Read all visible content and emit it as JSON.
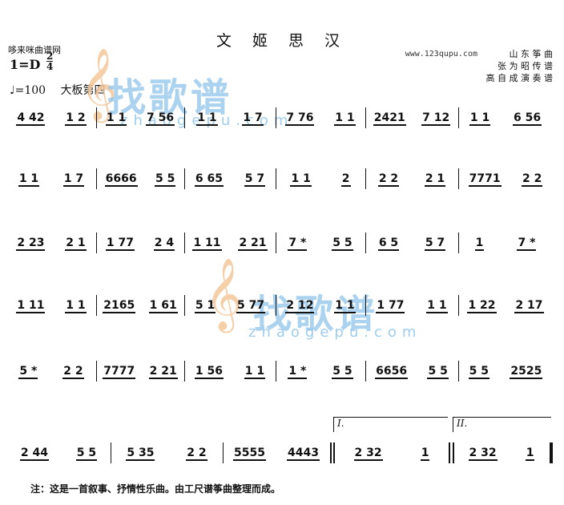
{
  "header": {
    "title": "文 姬 思 汉",
    "site_name": "哆来咪曲谱网",
    "url": "www.123qupu.com",
    "credits": [
      "山 东 筝 曲",
      "张 为 昭 传 谱",
      "高 自 成 演 奏 谱"
    ],
    "key": "1=D",
    "time_top": "2",
    "time_bottom": "4",
    "tempo": "♩=100",
    "section": "大板第四"
  },
  "watermark": {
    "logo_text": "找歌谱",
    "logo_url": "zhaogepu.com",
    "center_url": "zhaogepu.com",
    "clef_symbol": "𝄞"
  },
  "rows": [
    {
      "measures": [
        [
          "4 42",
          "1 2"
        ],
        [
          "1 1",
          "7 56"
        ],
        [
          "1 1",
          "1 7"
        ],
        [
          "7 76",
          "1 1"
        ],
        [
          "2421",
          "7 12"
        ],
        [
          "1 1",
          "6 56"
        ]
      ]
    },
    {
      "measures": [
        [
          "1 1",
          "1 7"
        ],
        [
          "6666",
          "5 5"
        ],
        [
          "6 65",
          "5 7"
        ],
        [
          "1 1",
          "2"
        ],
        [
          "2 2",
          "2 1"
        ],
        [
          "7771",
          "2 2"
        ]
      ]
    },
    {
      "measures": [
        [
          "2 23",
          "2 1"
        ],
        [
          "1 77",
          "2 4"
        ],
        [
          "1 11",
          "2 21"
        ],
        [
          "7 *",
          "5 5"
        ],
        [
          "6 5",
          "5 7"
        ],
        [
          "1",
          "7 *"
        ]
      ]
    },
    {
      "measures": [
        [
          "1 11",
          "1 1"
        ],
        [
          "2165",
          "1 61"
        ],
        [
          "5 1",
          "5 77"
        ],
        [
          "2 12",
          "1 1"
        ],
        [
          "1 77",
          "1 1"
        ],
        [
          "1 22",
          "2 17"
        ]
      ]
    },
    {
      "measures": [
        [
          "5 *",
          "2 2"
        ],
        [
          "7777",
          "2 21"
        ],
        [
          "1 56",
          "1 1"
        ],
        [
          "1 *",
          "5 5"
        ],
        [
          "6656",
          "5 5"
        ],
        [
          "5 5",
          "2525"
        ]
      ]
    },
    {
      "measures": [
        [
          "2 44",
          "5 5"
        ],
        [
          "5 35",
          "2 2"
        ],
        [
          "5555",
          "4443"
        ],
        [
          "2 32",
          "1"
        ],
        [
          "2 32",
          "1"
        ]
      ]
    }
  ],
  "endings": {
    "first": "I.",
    "second": "II."
  },
  "footnote": "注：这是一首叙事、抒情性乐曲。由工尺谱筝曲整理而成。"
}
